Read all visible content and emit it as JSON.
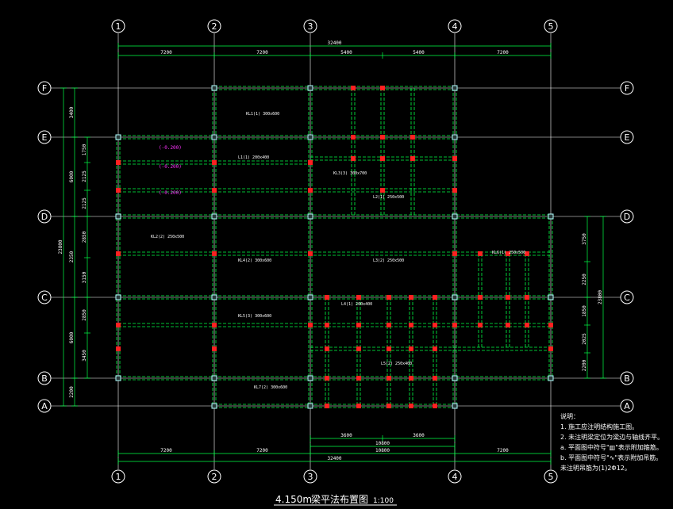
{
  "title": {
    "elevation": "4.150m",
    "name": "梁平法布置图",
    "scale": "1:100"
  },
  "axes": {
    "columns": [
      "1",
      "2",
      "3",
      "4",
      "5"
    ],
    "rows": [
      "F",
      "E",
      "D",
      "C",
      "B",
      "A"
    ]
  },
  "dimensions": {
    "top_total": "32400",
    "top_spans": [
      "7200",
      "7200",
      "5400",
      "5400",
      "7200"
    ],
    "bottom_total": "32400",
    "bottom_spans": [
      "7200",
      "7200",
      "10800",
      "7200"
    ],
    "bottom_inner": [
      "3600",
      "3600"
    ],
    "left_outer": [
      "3400",
      "6000",
      "2350",
      "6000",
      "2200"
    ],
    "left_outer_total": "23800",
    "left_inner": [
      "1750",
      "2125",
      "2125",
      "2850",
      "3150",
      "2850",
      "3450"
    ],
    "right_outer": [
      "3750",
      "2250",
      "1850",
      "2025",
      "2200"
    ],
    "right_total": "23800"
  },
  "notes": {
    "heading": "说明：",
    "items": [
      "1. 施工应注明结构施工图。",
      "2. 未注明梁定位为梁边与轴线齐平。",
      "a. 平面图中符号\"▥\"表示附加箍筋。",
      "b. 平面图中符号\"∿\"表示附加吊筋。",
      "   未注明吊筋为(1)2Φ12。"
    ]
  },
  "beam_labels": [
    "KL1(1) 300x600",
    "KL2(2) 250x500",
    "KL3(3) 300x700",
    "L1(1) 200x400",
    "L2(1) 250x500",
    "KL4(2) 300x600",
    "L3(2) 250x500",
    "KL5(3) 300x600",
    "L4(1) 200x400",
    "KL6(1) 250x500",
    "L5(2) 250x400",
    "KL7(2) 300x600"
  ],
  "elev_marks": [
    "(-0.200)",
    "(-0.200)",
    "(-0.200)"
  ],
  "colors": {
    "grid": "#ffffff",
    "beam": "#00ff44",
    "dim": "#00ff44",
    "column": "#ff2020",
    "column_box": "#b0ffff",
    "magenta": "#ff33ff"
  }
}
